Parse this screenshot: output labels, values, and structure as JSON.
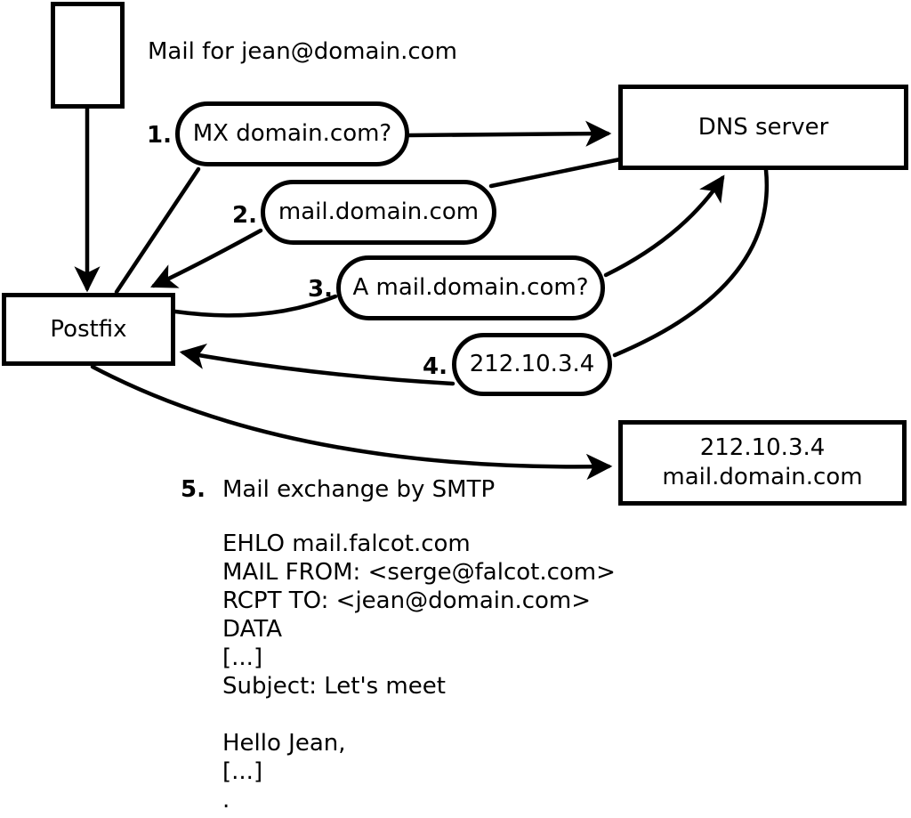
{
  "title": "Mail delivery and DNS resolution diagram",
  "diagram": {
    "mail_label": "Mail for jean@domain.com",
    "nodes": {
      "postfix": "Postfix",
      "dns": "DNS server",
      "mx_ip": "212.10.3.4",
      "mx_host": "mail.domain.com"
    },
    "steps": [
      {
        "num": "1.",
        "text": "MX domain.com?"
      },
      {
        "num": "2.",
        "text": "mail.domain.com"
      },
      {
        "num": "3.",
        "text": "A mail.domain.com?"
      },
      {
        "num": "4.",
        "text": "212.10.3.4"
      },
      {
        "num": "5.",
        "text": "Mail exchange by SMTP"
      }
    ],
    "smtp_session": [
      "EHLO mail.falcot.com",
      "MAIL FROM: <serge@falcot.com>",
      "RCPT TO: <jean@domain.com>",
      "DATA",
      "[...]",
      "Subject: Let's meet",
      "",
      "Hello Jean,",
      "[...]",
      "."
    ],
    "colors": {
      "stroke": "#000000",
      "background": "#ffffff"
    }
  }
}
